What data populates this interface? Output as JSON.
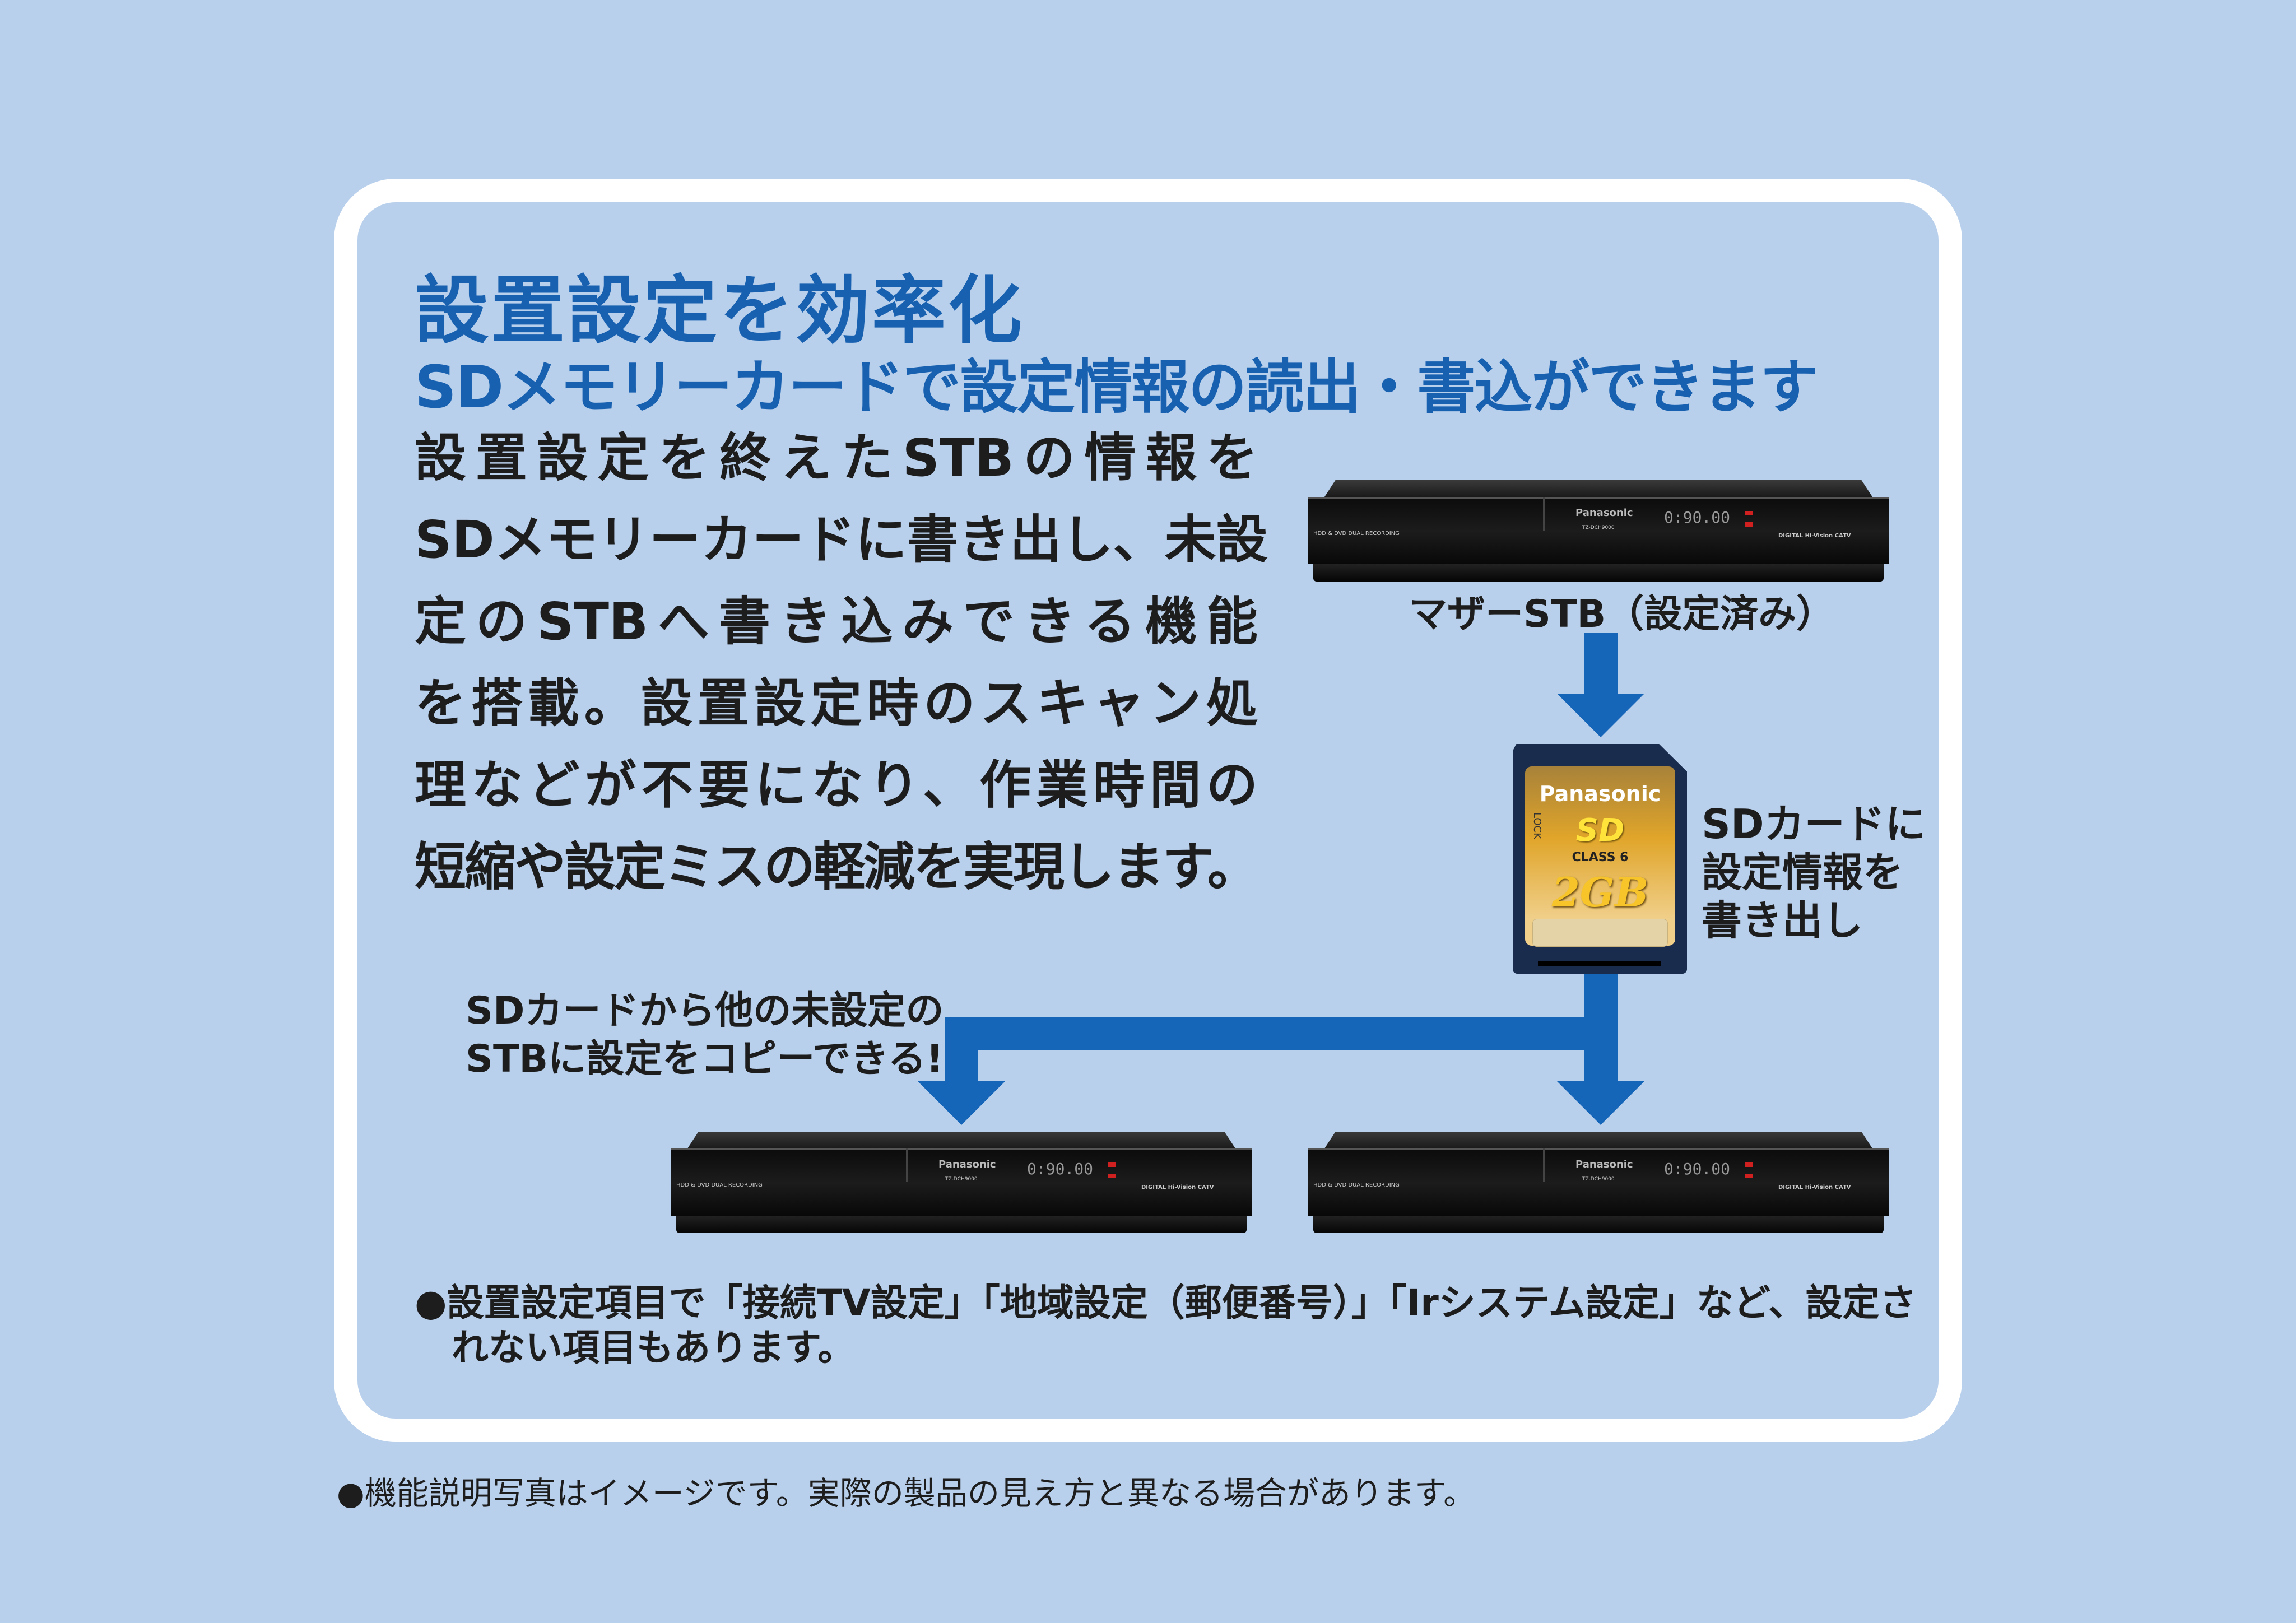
{
  "title": "設置設定を効率化",
  "subtitle": "SDメモリーカードで設定情報の読出・書込ができます",
  "body_lines": [
    "設置設定を終えたSTBの情報を",
    "SDメモリーカードに書き出し、未設",
    "定のSTBへ書き込みできる機能",
    "を搭載。設置設定時のスキャン処",
    "理などが不要になり、作業時間の",
    "短縮や設定ミスの軽減を実現します。"
  ],
  "mother_caption": "マザーSTB（設定済み）",
  "stb": {
    "brand": "Panasonic",
    "model": "TZ-DCH9000",
    "clock": "0:90.00",
    "hdd": "HDD & DVD  DUAL RECORDING",
    "digital": "DIGITAL Hi-Vision  CATV"
  },
  "sd_card": {
    "brand": "Panasonic",
    "logo": "SD",
    "class": "CLASS 6",
    "capacity": "2GB",
    "lock": "LOCK"
  },
  "sd_caption": [
    "SDカードに",
    "設定情報を",
    "書き出し"
  ],
  "copy_caption": [
    "SDカードから他の未設定の",
    "STBに設定をコピーできる!"
  ],
  "note": [
    "●設置設定項目で「接続TV設定」「地域設定（郵便番号）」「Irシステム設定」など、設定さ",
    "　れない項目もあります。"
  ],
  "footer": "●機能説明写真はイメージです。実際の製品の見え方と異なる場合があります。",
  "colors": {
    "background": "#b9d0ec",
    "accent": "#1565b8",
    "panel_border": "#ffffff"
  }
}
